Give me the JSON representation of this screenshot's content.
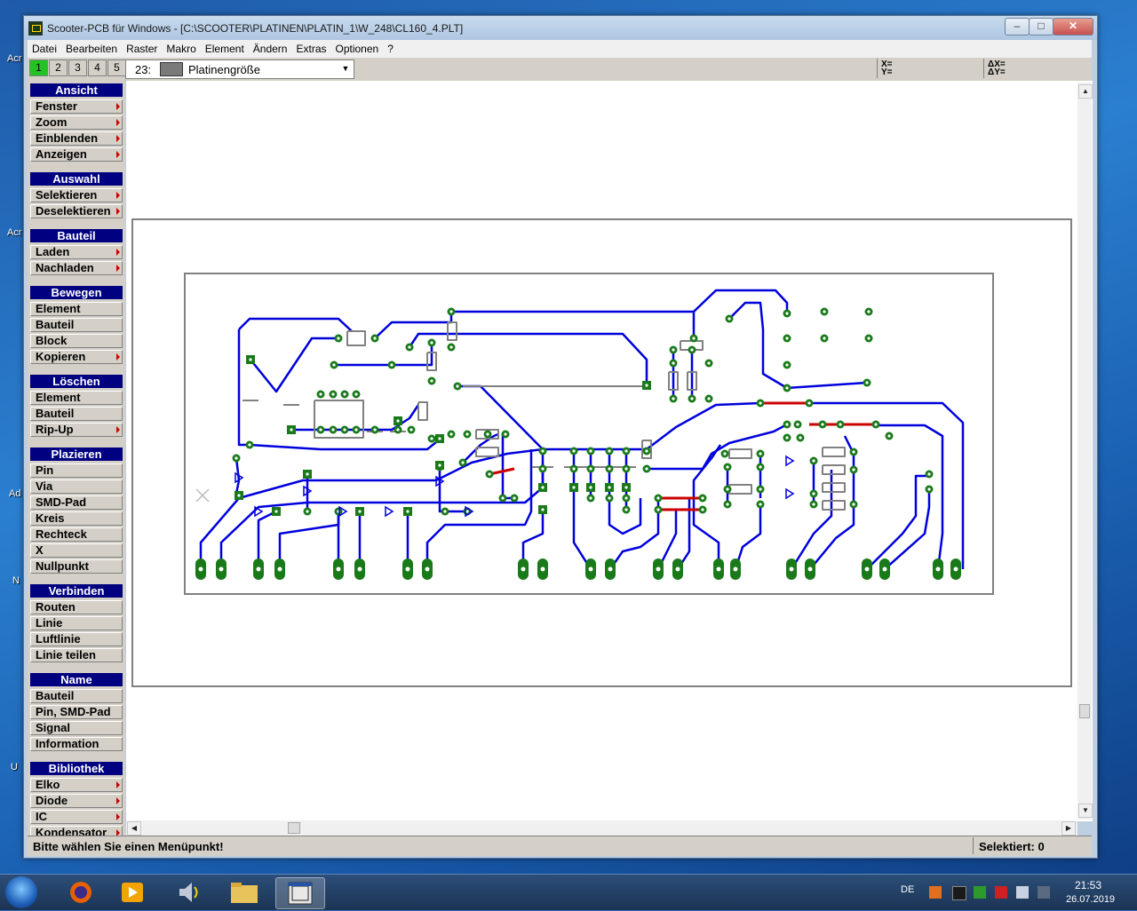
{
  "window": {
    "title": "Scooter-PCB für Windows - [C:\\SCOOTER\\PLATINEN\\PLATIN_1\\W_248\\CL160_4.PLT]"
  },
  "menu": [
    "Datei",
    "Bearbeiten",
    "Raster",
    "Makro",
    "Element",
    "Ändern",
    "Extras",
    "Optionen",
    "?"
  ],
  "toolbar": {
    "layer_tabs": [
      "1",
      "2",
      "3",
      "4",
      "5"
    ],
    "layer_number": "23:",
    "layer_name": "Platinengröße",
    "x_label": "X=",
    "y_label": "Y=",
    "dx_label": "ΔX=",
    "dy_label": "ΔY="
  },
  "panel": {
    "sections": [
      {
        "title": "Ansicht",
        "items": [
          {
            "label": "Fenster",
            "sub": true
          },
          {
            "label": "Zoom",
            "sub": true
          },
          {
            "label": "Einblenden",
            "sub": true
          },
          {
            "label": "Anzeigen",
            "sub": true
          }
        ]
      },
      {
        "title": "Auswahl",
        "items": [
          {
            "label": "Selektieren",
            "sub": true
          },
          {
            "label": "Deselektieren",
            "sub": true
          }
        ]
      },
      {
        "title": "Bauteil",
        "items": [
          {
            "label": "Laden",
            "sub": true
          },
          {
            "label": "Nachladen",
            "sub": true
          }
        ]
      },
      {
        "title": "Bewegen",
        "items": [
          {
            "label": "Element",
            "sub": false
          },
          {
            "label": "Bauteil",
            "sub": false
          },
          {
            "label": "Block",
            "sub": false
          },
          {
            "label": "Kopieren",
            "sub": true
          }
        ]
      },
      {
        "title": "Löschen",
        "items": [
          {
            "label": "Element",
            "sub": false
          },
          {
            "label": "Bauteil",
            "sub": false
          },
          {
            "label": "Rip-Up",
            "sub": true
          }
        ]
      },
      {
        "title": "Plazieren",
        "items": [
          {
            "label": "Pin",
            "sub": false
          },
          {
            "label": "Via",
            "sub": false
          },
          {
            "label": "SMD-Pad",
            "sub": false
          },
          {
            "label": "Kreis",
            "sub": false
          },
          {
            "label": "Rechteck",
            "sub": false
          },
          {
            "label": "X",
            "sub": false
          },
          {
            "label": "Nullpunkt",
            "sub": false
          }
        ]
      },
      {
        "title": "Verbinden",
        "items": [
          {
            "label": "Routen",
            "sub": false
          },
          {
            "label": "Linie",
            "sub": false
          },
          {
            "label": "Luftlinie",
            "sub": false
          },
          {
            "label": "Linie teilen",
            "sub": false
          }
        ]
      },
      {
        "title": "Name",
        "items": [
          {
            "label": "Bauteil",
            "sub": false
          },
          {
            "label": "Pin, SMD-Pad",
            "sub": false
          },
          {
            "label": "Signal",
            "sub": false
          },
          {
            "label": "Information",
            "sub": false
          }
        ]
      },
      {
        "title": "Bibliothek",
        "items": [
          {
            "label": "Elko",
            "sub": true
          },
          {
            "label": "Diode",
            "sub": true
          },
          {
            "label": "IC",
            "sub": true
          },
          {
            "label": "Kondensator",
            "sub": true
          }
        ]
      }
    ]
  },
  "status": {
    "message": "Bitte wählen Sie einen Menüpunkt!",
    "selected": "Selektiert: 0"
  },
  "taskbar": {
    "lang": "DE",
    "time": "21:53",
    "date": "26.07.2019"
  },
  "colors": {
    "track": "#0000dd",
    "pad": "#1a7a1a",
    "outline": "#808080",
    "highlight": "#cc0000"
  }
}
